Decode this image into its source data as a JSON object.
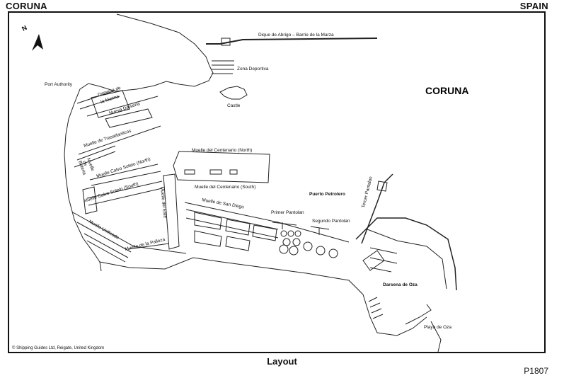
{
  "header": {
    "left": "CORUNA",
    "right": "SPAIN"
  },
  "map": {
    "title": "CORUNA",
    "compass_letter": "N",
    "copyright": "© Shipping Guides Ltd, Reigate, United Kingdom",
    "labels": {
      "dique": "Dique de Abrigo – Barrie de la Marza",
      "zona_deportiva": "Zona Deportiva",
      "castle": "Castle",
      "port_authority": "Port Authority",
      "darsena_marina_1": "Darsena de",
      "darsena_marina_2": "la Marina",
      "nueva_darsena": "Nueva Darsena",
      "transatlanticos": "Muelle de Trasatlanticos",
      "batería_1": "Muelle",
      "batería_2": "de",
      "batería_3": "Bateria",
      "calvo_north": "Muelle Calvo Sotelo (North)",
      "calvo_south": "Muelle Calvo Sotelo (South)",
      "centenario_north": "Muelle del Centenario (North)",
      "centenario_south": "Muelle del Centenario (South)",
      "este": "Muelle del Este",
      "san_diego": "Muelle de San Diego",
      "puerto_petrolero": "Puerto Petrolero",
      "tercer_pantalan": "Tercer Pantalan",
      "primer_pantalan": "Primer Pantolan",
      "segundo_pantalan": "Segundo Pantolan",
      "unificado": "Muelle Unificado",
      "palloza": "Muelle de la Palloza",
      "darsena_oza": "Darsena de Oza",
      "playa_oza": "Playa de Oza"
    }
  },
  "caption": "Layout",
  "reference": "P1807"
}
